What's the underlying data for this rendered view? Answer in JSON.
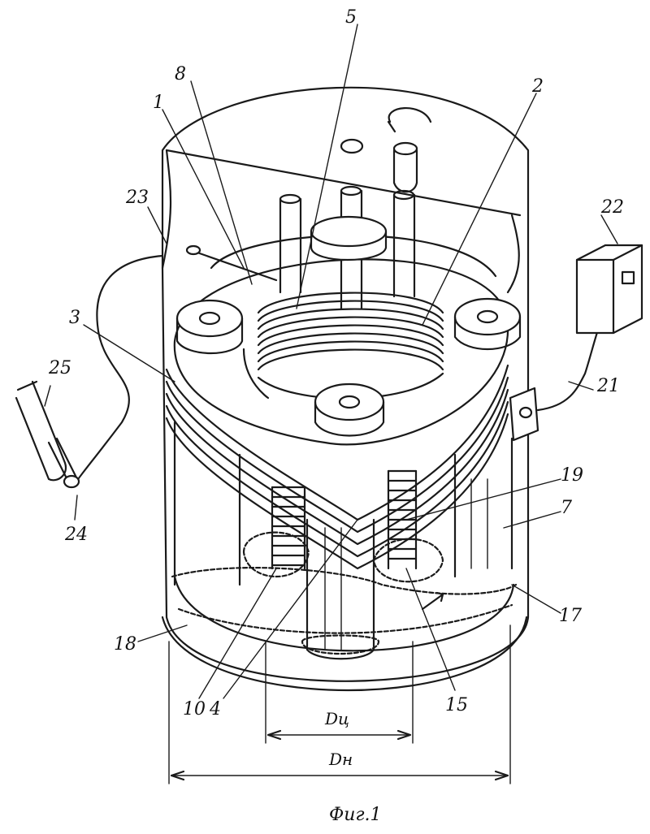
{
  "figure": {
    "caption": "Фиг.1",
    "labels": [
      "1",
      "2",
      "3",
      "4",
      "5",
      "7",
      "8",
      "10",
      "15",
      "17",
      "18",
      "19",
      "21",
      "22",
      "23",
      "24",
      "25"
    ],
    "dimensions": {
      "inner_diameter": "Dц",
      "outer_diameter": "Dн"
    }
  }
}
